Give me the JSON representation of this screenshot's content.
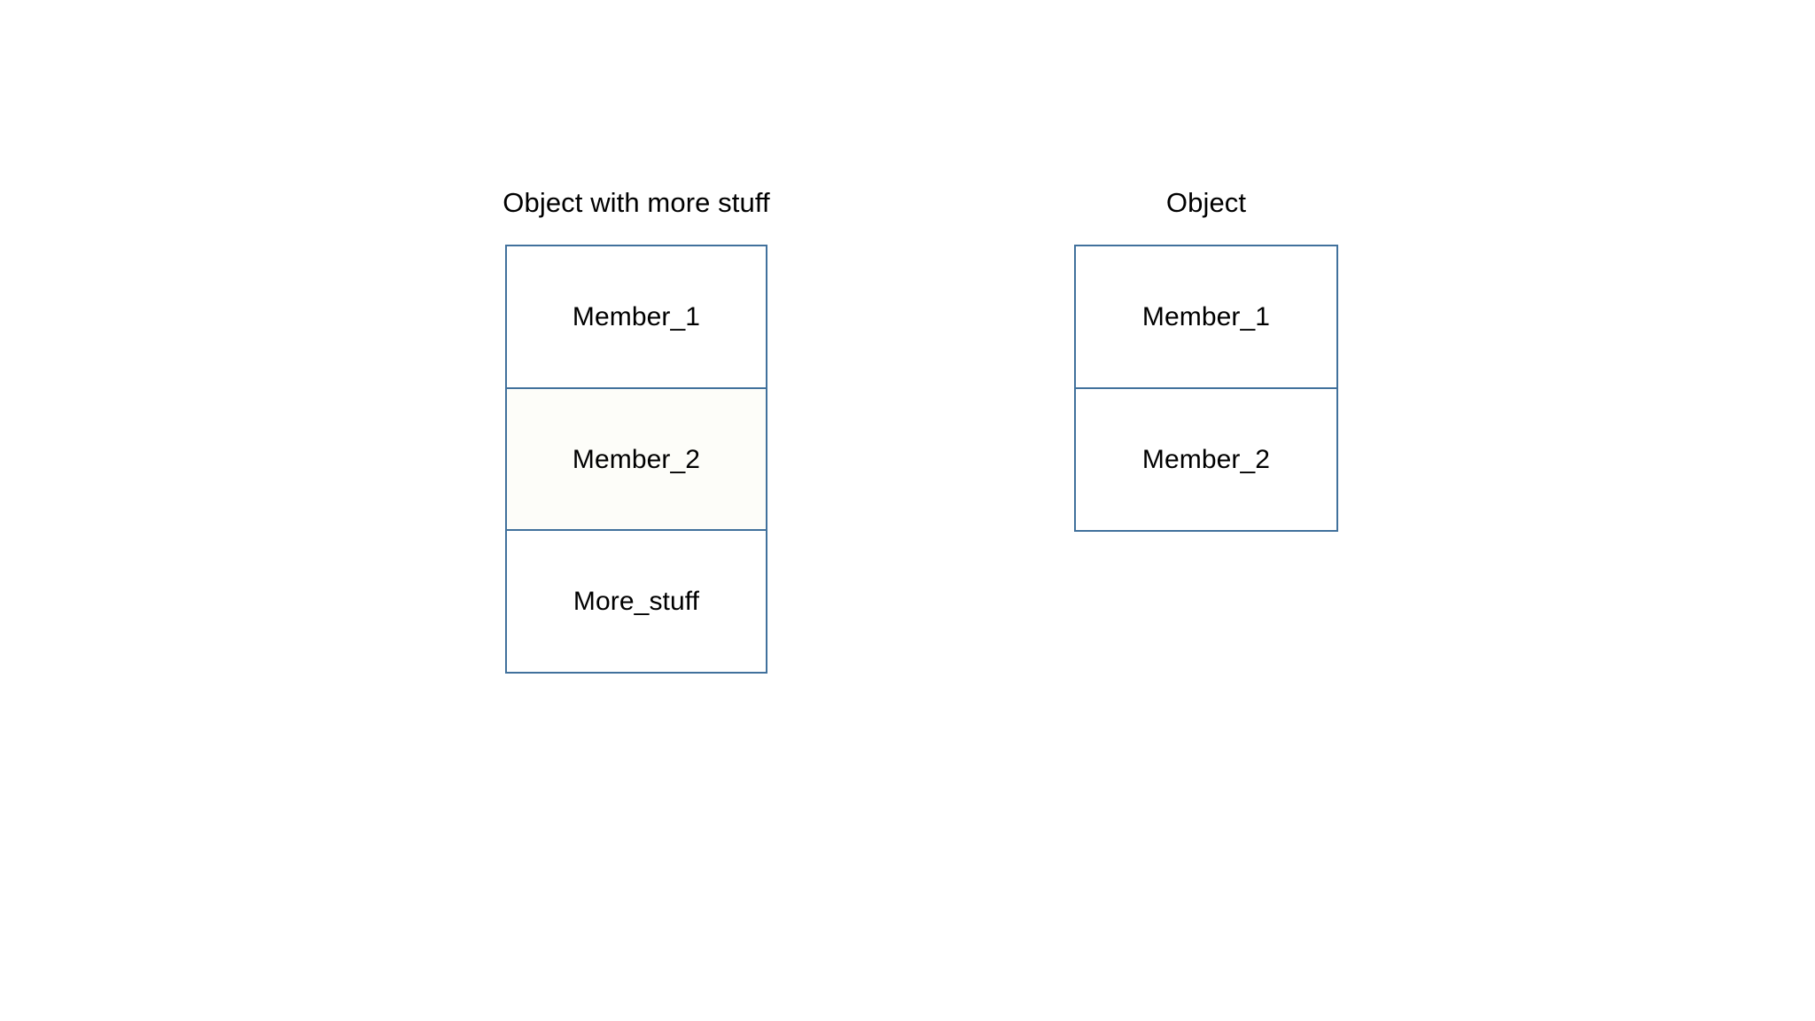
{
  "page": {
    "background_color": "#ffffff",
    "border_color": "#41719C",
    "text_color": "#000000"
  },
  "diagram": {
    "type": "object-member-boxes",
    "objects": [
      {
        "title": "Object with more stuff",
        "members": [
          {
            "label": "Member_1"
          },
          {
            "label": "Member_2"
          },
          {
            "label": "More_stuff"
          }
        ]
      },
      {
        "title": "Object",
        "members": [
          {
            "label": "Member_1"
          },
          {
            "label": "Member_2"
          }
        ]
      }
    ]
  }
}
